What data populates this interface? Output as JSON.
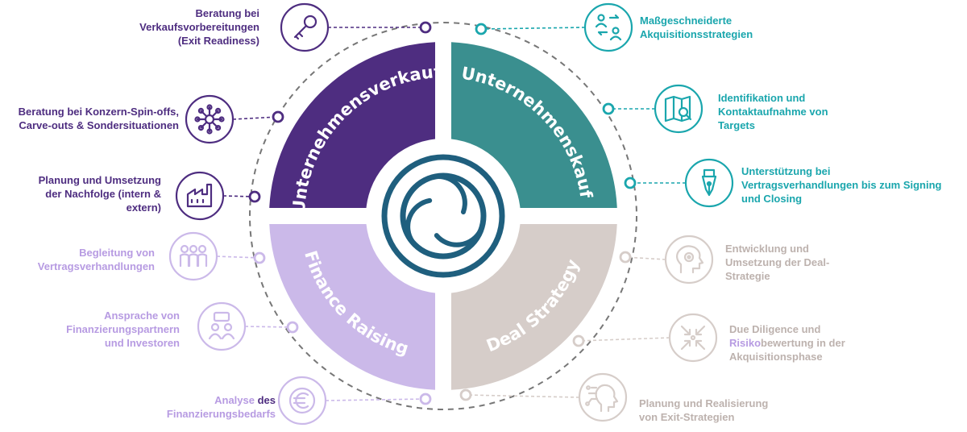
{
  "colors": {
    "purple": "#4e2d80",
    "teal": "#3a8f8f",
    "cyan": "#1aa6ad",
    "lilac": "#cbb9e9",
    "lilac_text": "#b79be2",
    "beige": "#d6cdc9",
    "beige_text": "#bdb2ae",
    "navy": "#1f5f7e",
    "gray_dash": "#777777"
  },
  "quadrants": {
    "top_left": {
      "label": "Unternehmensverkauf",
      "color": "#4e2d80"
    },
    "top_right": {
      "label": "Unternehmenskauf",
      "color": "#3a8f8f"
    },
    "bottom_left": {
      "label": "Finance Raising",
      "color": "#cbb9e9"
    },
    "bottom_right": {
      "label": "Deal Strategy",
      "color": "#d6cdc9"
    }
  },
  "items": [
    {
      "id": "exit-readiness",
      "icon": "key-icon",
      "group": "verkauf",
      "lines": [
        [
          [
            "Beratung bei",
            "p"
          ]
        ],
        [
          [
            "Verkaufsvorbereitungen",
            "p"
          ]
        ],
        [
          [
            "(Exit Readiness)",
            "p"
          ]
        ]
      ]
    },
    {
      "id": "spin-offs",
      "icon": "network-icon",
      "group": "verkauf",
      "lines": [
        [
          [
            "Beratung bei Konzern-Spin-offs,",
            "p"
          ]
        ],
        [
          [
            "Carve-outs & Sondersituationen",
            "p"
          ]
        ]
      ]
    },
    {
      "id": "nachfolge",
      "icon": "factory-icon",
      "group": "verkauf",
      "lines": [
        [
          [
            "Planung und Umsetzung",
            "p"
          ]
        ],
        [
          [
            "der Nachfolge (intern &",
            "p"
          ]
        ],
        [
          [
            "extern)",
            "p"
          ]
        ]
      ]
    },
    {
      "id": "vertragsverhandlungen",
      "icon": "people-icon",
      "group": "finance",
      "lines": [
        [
          [
            "Begleitung von",
            "l"
          ]
        ],
        [
          [
            "Vertragsverhandlungen",
            "l"
          ]
        ]
      ]
    },
    {
      "id": "finanzierungspartner",
      "icon": "meeting-icon",
      "group": "finance",
      "lines": [
        [
          [
            "Ansprache von",
            "l"
          ]
        ],
        [
          [
            "Finanzierungspartnern",
            "l"
          ]
        ],
        [
          [
            "und Investoren",
            "l"
          ]
        ]
      ]
    },
    {
      "id": "finanzierungsbedarf",
      "icon": "euro-icon",
      "group": "finance",
      "lines": [
        [
          [
            "Analyse ",
            "l"
          ],
          [
            "des",
            "p"
          ]
        ],
        [
          [
            "Finanzierungsbedarfs",
            "l"
          ]
        ]
      ]
    },
    {
      "id": "akquisitionsstrategien",
      "icon": "exchange-icon",
      "group": "kauf",
      "lines": [
        [
          [
            "Maßgeschneiderte",
            "c"
          ]
        ],
        [
          [
            "Akquisitionsstrategien",
            "c"
          ]
        ]
      ]
    },
    {
      "id": "targets",
      "icon": "map-search-icon",
      "group": "kauf",
      "lines": [
        [
          [
            "Identifikation und",
            "c"
          ]
        ],
        [
          [
            "Kontaktaufnahme von",
            "c"
          ]
        ],
        [
          [
            "Targets",
            "c"
          ]
        ]
      ]
    },
    {
      "id": "signing",
      "icon": "pen-icon",
      "group": "kauf",
      "lines": [
        [
          [
            "Unterstützung bei",
            "c"
          ]
        ],
        [
          [
            "Vertragsverhandlungen bis zum Signing",
            "c"
          ]
        ],
        [
          [
            "und Closing",
            "c"
          ]
        ]
      ]
    },
    {
      "id": "deal-strategie",
      "icon": "head-gear-icon",
      "group": "deal",
      "lines": [
        [
          [
            "Entwicklung und",
            "b"
          ]
        ],
        [
          [
            "Umsetzung der Deal-",
            "b"
          ]
        ],
        [
          [
            "Strategie",
            "b"
          ]
        ]
      ]
    },
    {
      "id": "due-diligence",
      "icon": "arrows-in-icon",
      "group": "deal",
      "lines": [
        [
          [
            "Due Diligence und",
            "b"
          ]
        ],
        [
          [
            "Risiko",
            "l"
          ],
          [
            "bewertung",
            "b"
          ],
          [
            " in der",
            "b"
          ]
        ],
        [
          [
            "Akquisitionsphase",
            "b"
          ]
        ]
      ]
    },
    {
      "id": "exit-strategien",
      "icon": "head-circuit-icon",
      "group": "deal",
      "lines": [
        [
          [
            "Planung und Realisierung",
            "b"
          ]
        ],
        [
          [
            "von Exit-Strategien",
            "b"
          ]
        ]
      ]
    }
  ]
}
